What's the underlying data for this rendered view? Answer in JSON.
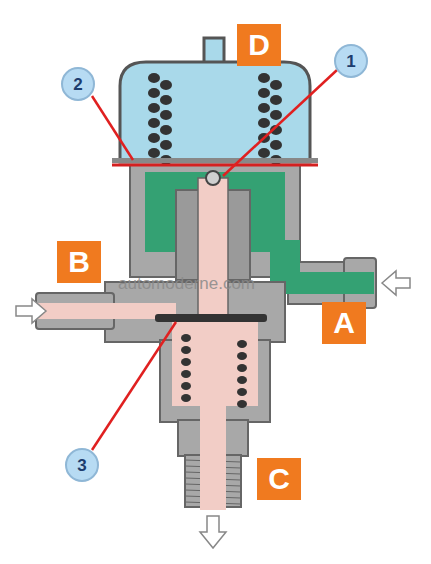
{
  "diagram": {
    "nodes": [
      {
        "text": [
          "D"
        ]
      },
      {
        "text": [
          "1"
        ]
      },
      {
        "text": [
          "2"
        ]
      },
      {
        "text": [
          "B"
        ]
      },
      {
        "text": [
          "A"
        ]
      },
      {
        "text": [
          "3"
        ]
      },
      {
        "text": [
          "C"
        ]
      }
    ],
    "labels": [
      "automoderne.com"
    ]
  }
}
